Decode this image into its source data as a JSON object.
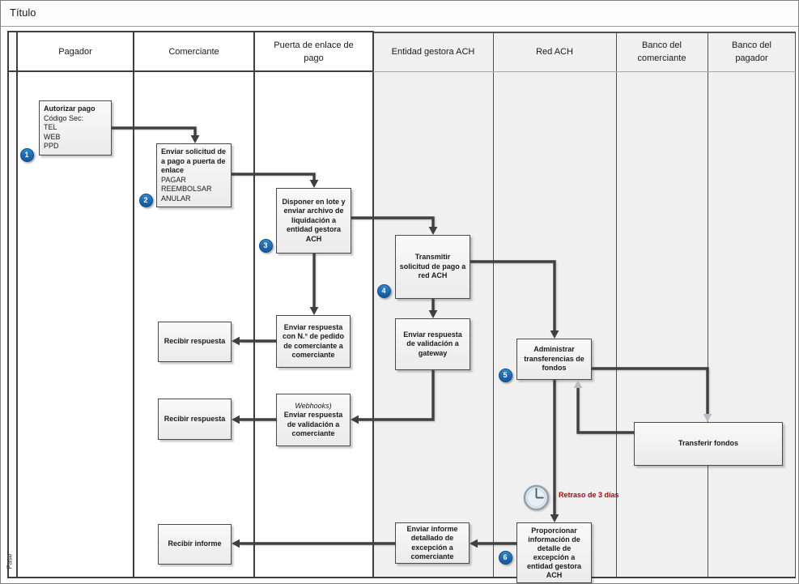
{
  "title": "Título",
  "phase_label": "Fase",
  "lanes": [
    "Pagador",
    "Comerciante",
    "Puerta de enlace de pago",
    "Entidad gestora ACH",
    "Red ACH",
    "Banco del comerciante",
    "Banco del pagador"
  ],
  "nodes": {
    "authorize": {
      "heading": "Autorizar pago",
      "detail": "Código Sec:\nTEL\nWEB\nPPD"
    },
    "send_request": {
      "heading": "Enviar solicitud de\na pago a puerta de\nenlace",
      "detail": "PAGAR\nREEMBOLSAR\nANULAR"
    },
    "batch": {
      "label": "Disponer en lote y\nenviar archivo de\nliquidación a\nentidad gestora\nACH"
    },
    "transmit": {
      "label": "Transmitir\nsolicitud de pago a\nred ACH"
    },
    "receive_response_1": {
      "label": "Recibir respuesta"
    },
    "send_response_order": {
      "label": "Enviar respuesta\ncon N.° de pedido\nde comerciante a\ncomerciante"
    },
    "send_validation_gateway": {
      "label": "Enviar respuesta\nde validación a\ngateway"
    },
    "manage_transfers": {
      "label": "Administrar\ntransferencias de\nfondos"
    },
    "receive_response_2": {
      "label": "Recibir respuesta"
    },
    "webhooks_validation": {
      "note": "Webhooks)",
      "label": "Enviar respuesta\nde validación a\ncomerciante"
    },
    "transfer_funds": {
      "label": "Transferir fondos"
    },
    "provide_exception": {
      "label": "Proporcionar\ninformación de\ndetalle de\nexcepción a\nentidad gestora\nACH"
    },
    "send_exception_report": {
      "label": "Enviar informe\ndetallado de\nexcepción a\ncomerciante"
    },
    "receive_report": {
      "label": "Recibir informe"
    }
  },
  "badges": [
    "1",
    "2",
    "3",
    "4",
    "5",
    "6"
  ],
  "annotations": {
    "delay": "Retraso de 3 días"
  },
  "icons": {
    "delay": "clock-icon"
  },
  "colors": {
    "arrow": "#404040",
    "gray_arrowhead": "#b6bec4",
    "badge_blue": "#1b66ad",
    "delay_text": "#c00000",
    "shaded_lane": "#f0f0f0",
    "lane_border": "#3f3f3f"
  }
}
